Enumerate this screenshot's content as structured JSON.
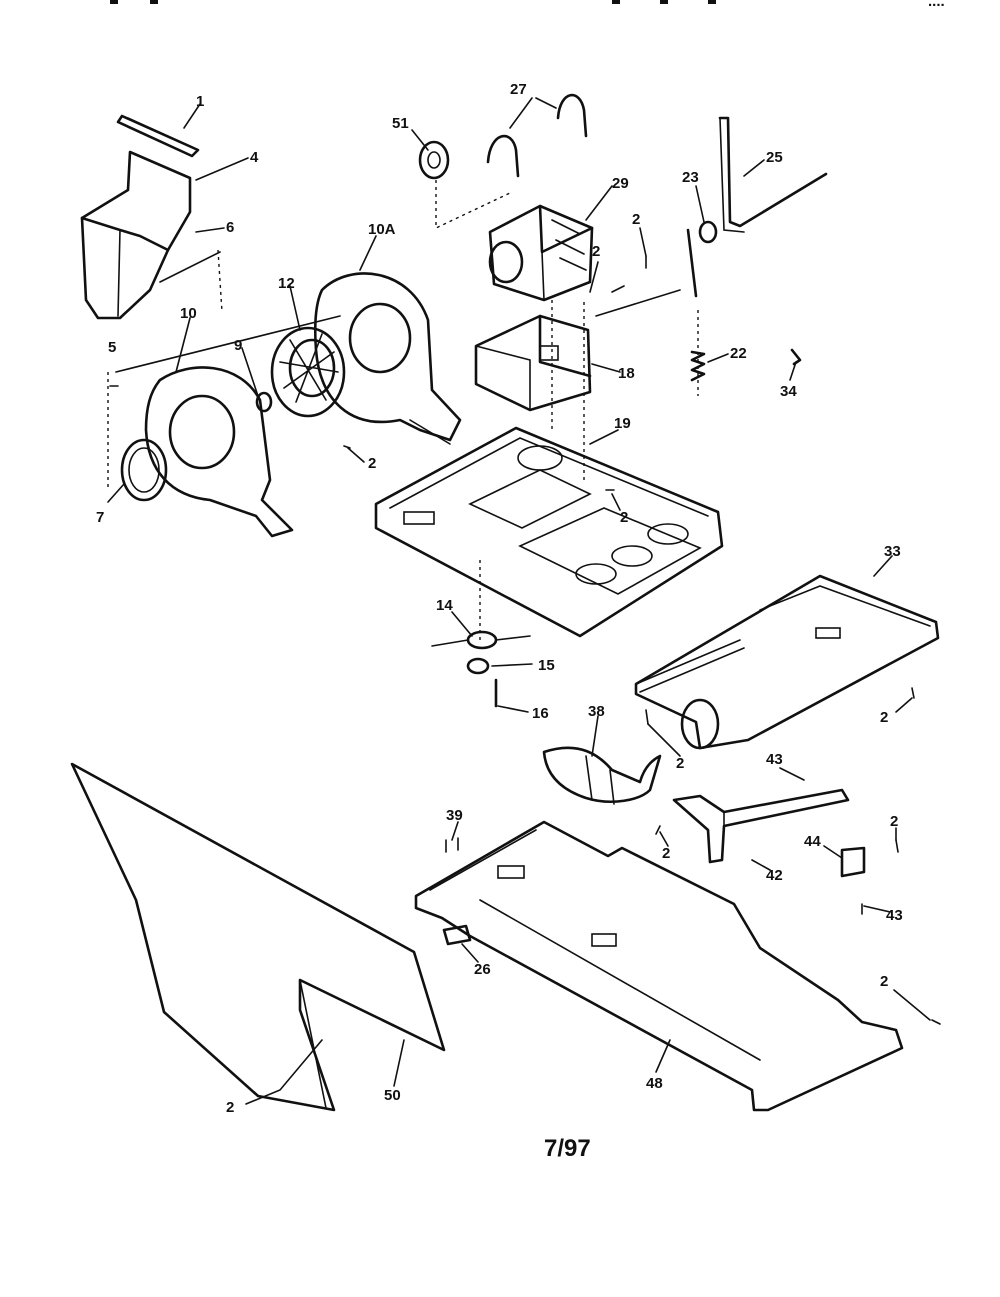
{
  "page": {
    "date_code": "7/97",
    "top_right_fragment": "...."
  },
  "callouts": [
    {
      "key": "c1",
      "text": "1"
    },
    {
      "key": "c4",
      "text": "4"
    },
    {
      "key": "c6",
      "text": "6"
    },
    {
      "key": "c5",
      "text": "5"
    },
    {
      "key": "c10",
      "text": "10"
    },
    {
      "key": "c10a",
      "text": "10A"
    },
    {
      "key": "c12",
      "text": "12"
    },
    {
      "key": "c9",
      "text": "9"
    },
    {
      "key": "c7",
      "text": "7"
    },
    {
      "key": "c2a",
      "text": "2"
    },
    {
      "key": "c51",
      "text": "51"
    },
    {
      "key": "c27",
      "text": "27"
    },
    {
      "key": "c29",
      "text": "29"
    },
    {
      "key": "c23",
      "text": "23"
    },
    {
      "key": "c25",
      "text": "25"
    },
    {
      "key": "c2b",
      "text": "2"
    },
    {
      "key": "c2c",
      "text": "2"
    },
    {
      "key": "c18",
      "text": "18"
    },
    {
      "key": "c22",
      "text": "22"
    },
    {
      "key": "c34",
      "text": "34"
    },
    {
      "key": "c19",
      "text": "19"
    },
    {
      "key": "c2d",
      "text": "2"
    },
    {
      "key": "c14",
      "text": "14"
    },
    {
      "key": "c15",
      "text": "15"
    },
    {
      "key": "c16",
      "text": "16"
    },
    {
      "key": "c33",
      "text": "33"
    },
    {
      "key": "c2e",
      "text": "2"
    },
    {
      "key": "c38",
      "text": "38"
    },
    {
      "key": "c2f",
      "text": "2"
    },
    {
      "key": "c43a",
      "text": "43"
    },
    {
      "key": "c39",
      "text": "39"
    },
    {
      "key": "c2g",
      "text": "2"
    },
    {
      "key": "c42",
      "text": "42"
    },
    {
      "key": "c44",
      "text": "44"
    },
    {
      "key": "c2h",
      "text": "2"
    },
    {
      "key": "c43b",
      "text": "43"
    },
    {
      "key": "c26",
      "text": "26"
    },
    {
      "key": "c2i",
      "text": "2"
    },
    {
      "key": "c48",
      "text": "48"
    },
    {
      "key": "c50",
      "text": "50"
    },
    {
      "key": "c2j",
      "text": "2"
    }
  ]
}
